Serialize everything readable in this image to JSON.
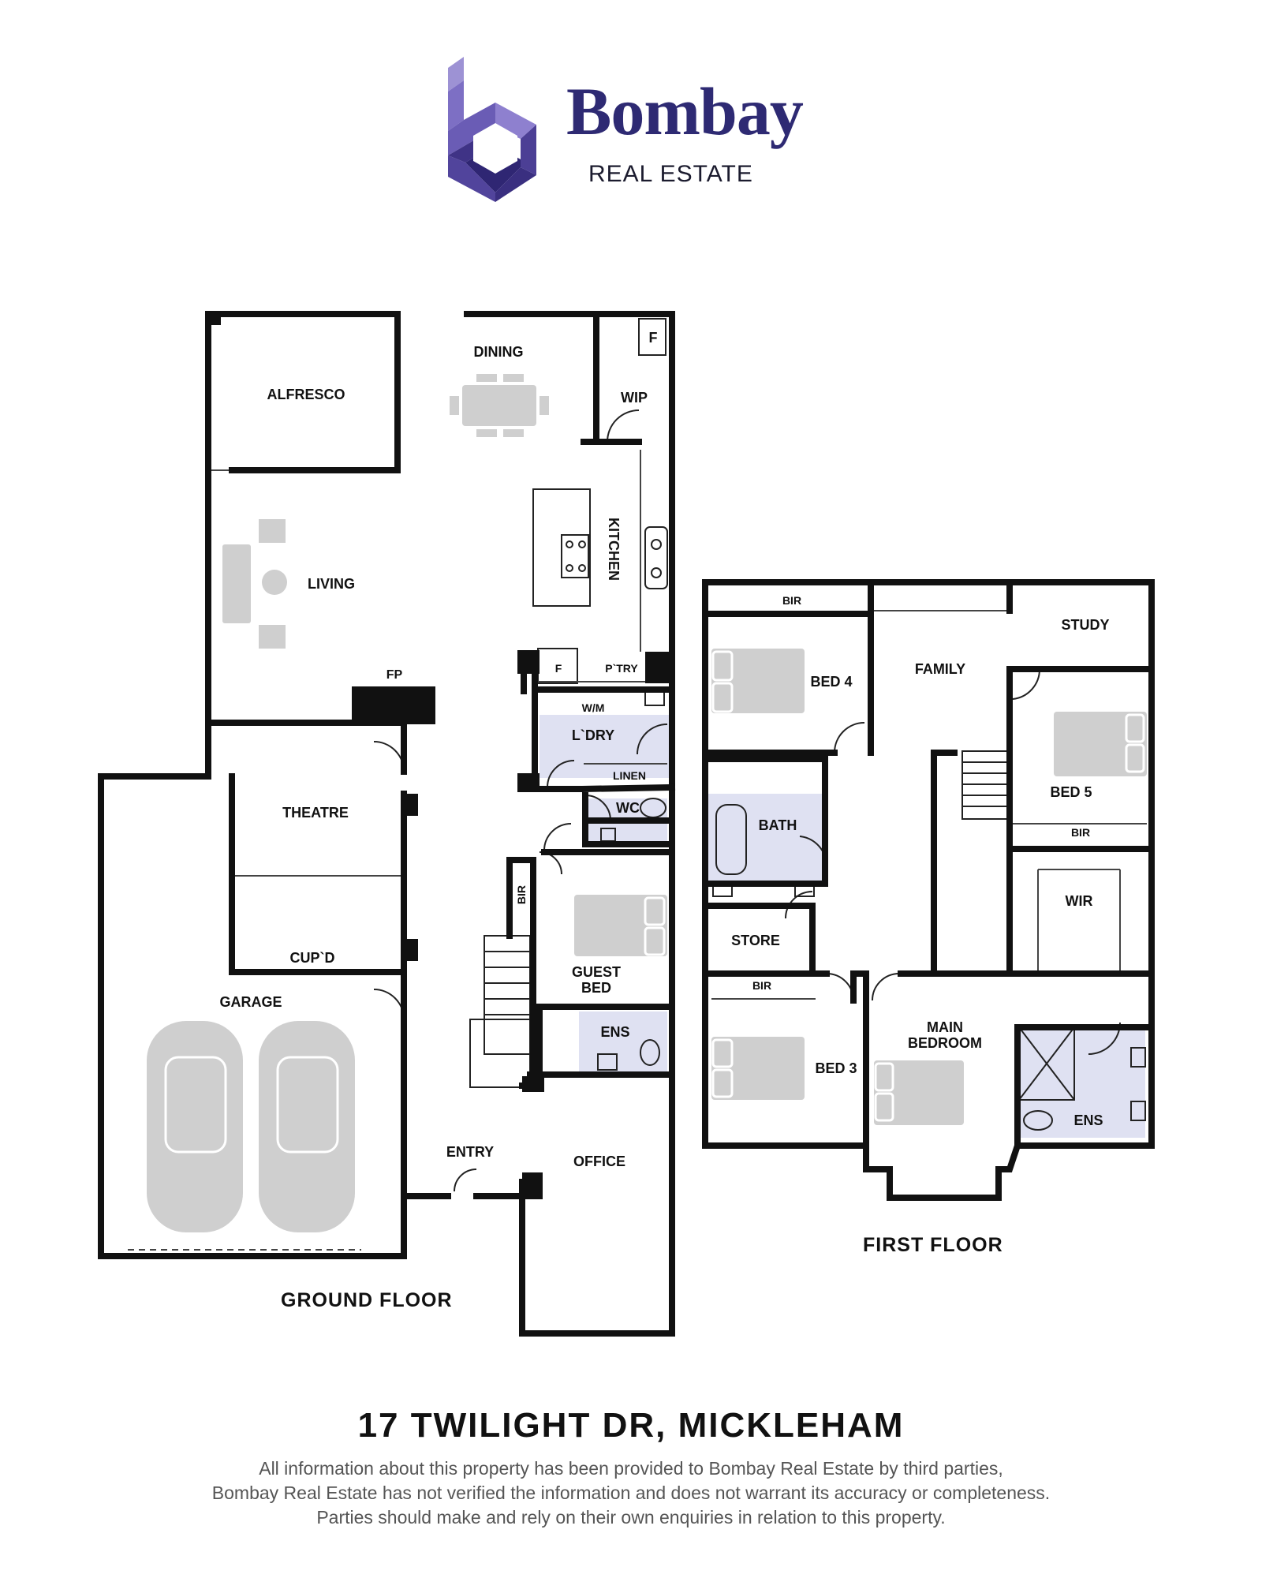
{
  "brand": {
    "name": "Bombay",
    "subtitle": "REAL ESTATE",
    "colors": {
      "primary": "#2e2a73",
      "mid": "#5b4fa6",
      "light": "#9d92d4"
    }
  },
  "floor_labels": {
    "ground": "GROUND FLOOR",
    "first": "FIRST FLOOR"
  },
  "rooms": {
    "ground": {
      "alfresco": "ALFRESCO",
      "dining": "DINING",
      "f_fridge": "F",
      "wip": "WIP",
      "kitchen": "KITCHEN",
      "living": "LIVING",
      "fp": "FP",
      "f_pantry": "F",
      "pantry": "P`TRY",
      "wm": "W/M",
      "laundry": "L`DRY",
      "linen": "LINEN",
      "wc": "WC",
      "theatre": "THEATRE",
      "bir": "BIR",
      "guest_bed_1": "GUEST",
      "guest_bed_2": "BED",
      "cupd": "CUP`D",
      "garage": "GARAGE",
      "ens": "ENS",
      "entry": "ENTRY",
      "office": "OFFICE"
    },
    "first": {
      "bir_bed4": "BIR",
      "bed4": "BED 4",
      "family": "FAMILY",
      "study": "STUDY",
      "bed5": "BED 5",
      "bir_bed5": "BIR",
      "bath": "BATH",
      "wir": "WIR",
      "store": "STORE",
      "bir_bed3": "BIR",
      "bed3": "BED 3",
      "main_bedroom_1": "MAIN",
      "main_bedroom_2": "BEDROOM",
      "ens": "ENS"
    }
  },
  "address": "17 TWILIGHT DR, MICKLEHAM",
  "disclaimer": [
    "All information about this property has been provided to Bombay Real Estate by third parties,",
    "Bombay Real Estate has not verified the information and does not warrant its accuracy or completeness.",
    "Parties should make and rely on their own enquiries in relation to this property."
  ],
  "colors": {
    "wall": "#111111",
    "wet_area": "#dfe1f2",
    "furniture": "#cfcfcf"
  }
}
